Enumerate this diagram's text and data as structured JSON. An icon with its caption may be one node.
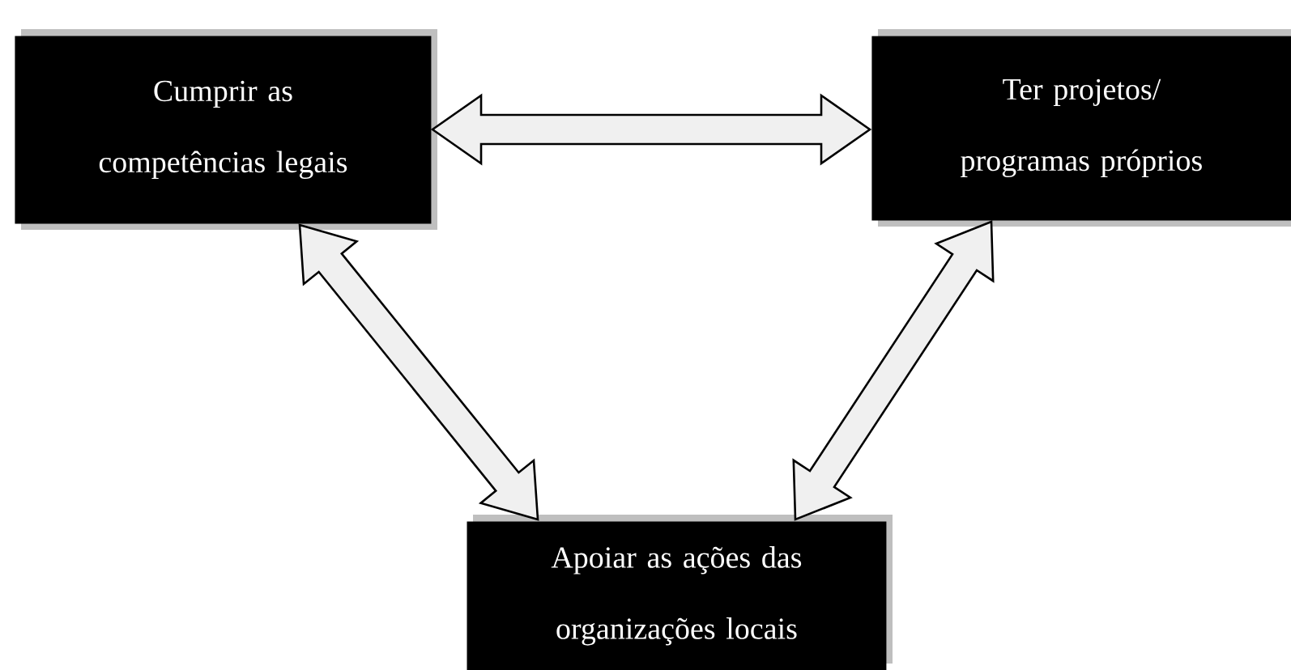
{
  "diagram": {
    "nodes": [
      {
        "text": [
          "Cumprir as competências legais"
        ]
      },
      {
        "text": [
          "Ter projetos/ programas próprios"
        ]
      },
      {
        "text": [
          "Apoiar as ações das organizações locais"
        ]
      }
    ],
    "edges": [
      {
        "from": 0,
        "to": 1,
        "arrow": "both"
      },
      {
        "from": 0,
        "to": 2,
        "arrow": "both"
      },
      {
        "from": 1,
        "to": 2,
        "arrow": "both"
      }
    ]
  }
}
